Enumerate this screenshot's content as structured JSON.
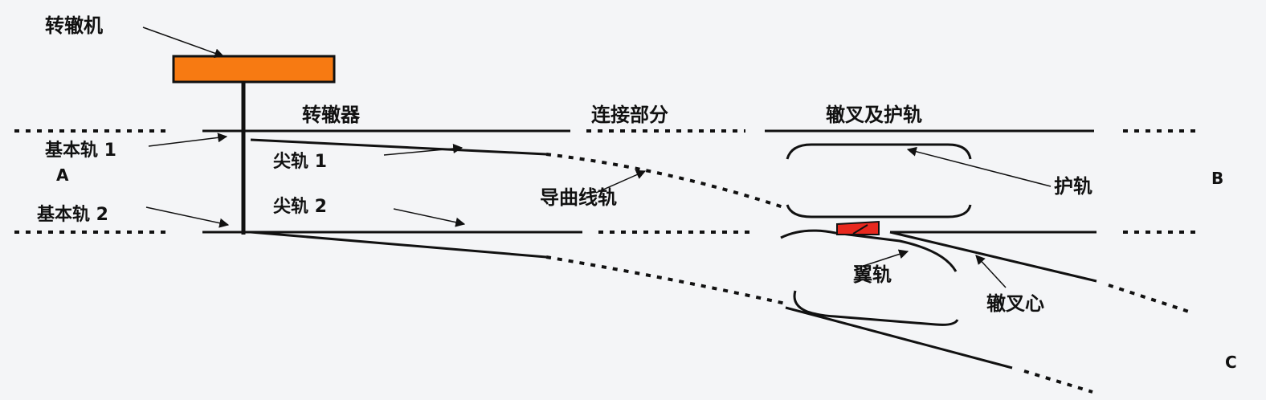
{
  "labels": {
    "switch_machine": "转辙机",
    "switch_section": "转辙器",
    "connecting_part": "连接部分",
    "frog_and_guard": "辙叉及护轨",
    "stock_rail_1": "基本轨 1",
    "stock_rail_2": "基本轨 2",
    "point_a": "A",
    "point_b": "B",
    "point_c": "C",
    "switch_rail_1": "尖轨 1",
    "switch_rail_2": "尖轨 2",
    "lead_curve_rail": "导曲线轨",
    "guard_rail": "护轨",
    "wing_rail": "翼轨",
    "frog_point": "辙叉心"
  },
  "colors": {
    "switch_machine": "#f77a12",
    "frog_point": "#e8281e",
    "line": "#111111",
    "background": "#f4f5f7"
  }
}
